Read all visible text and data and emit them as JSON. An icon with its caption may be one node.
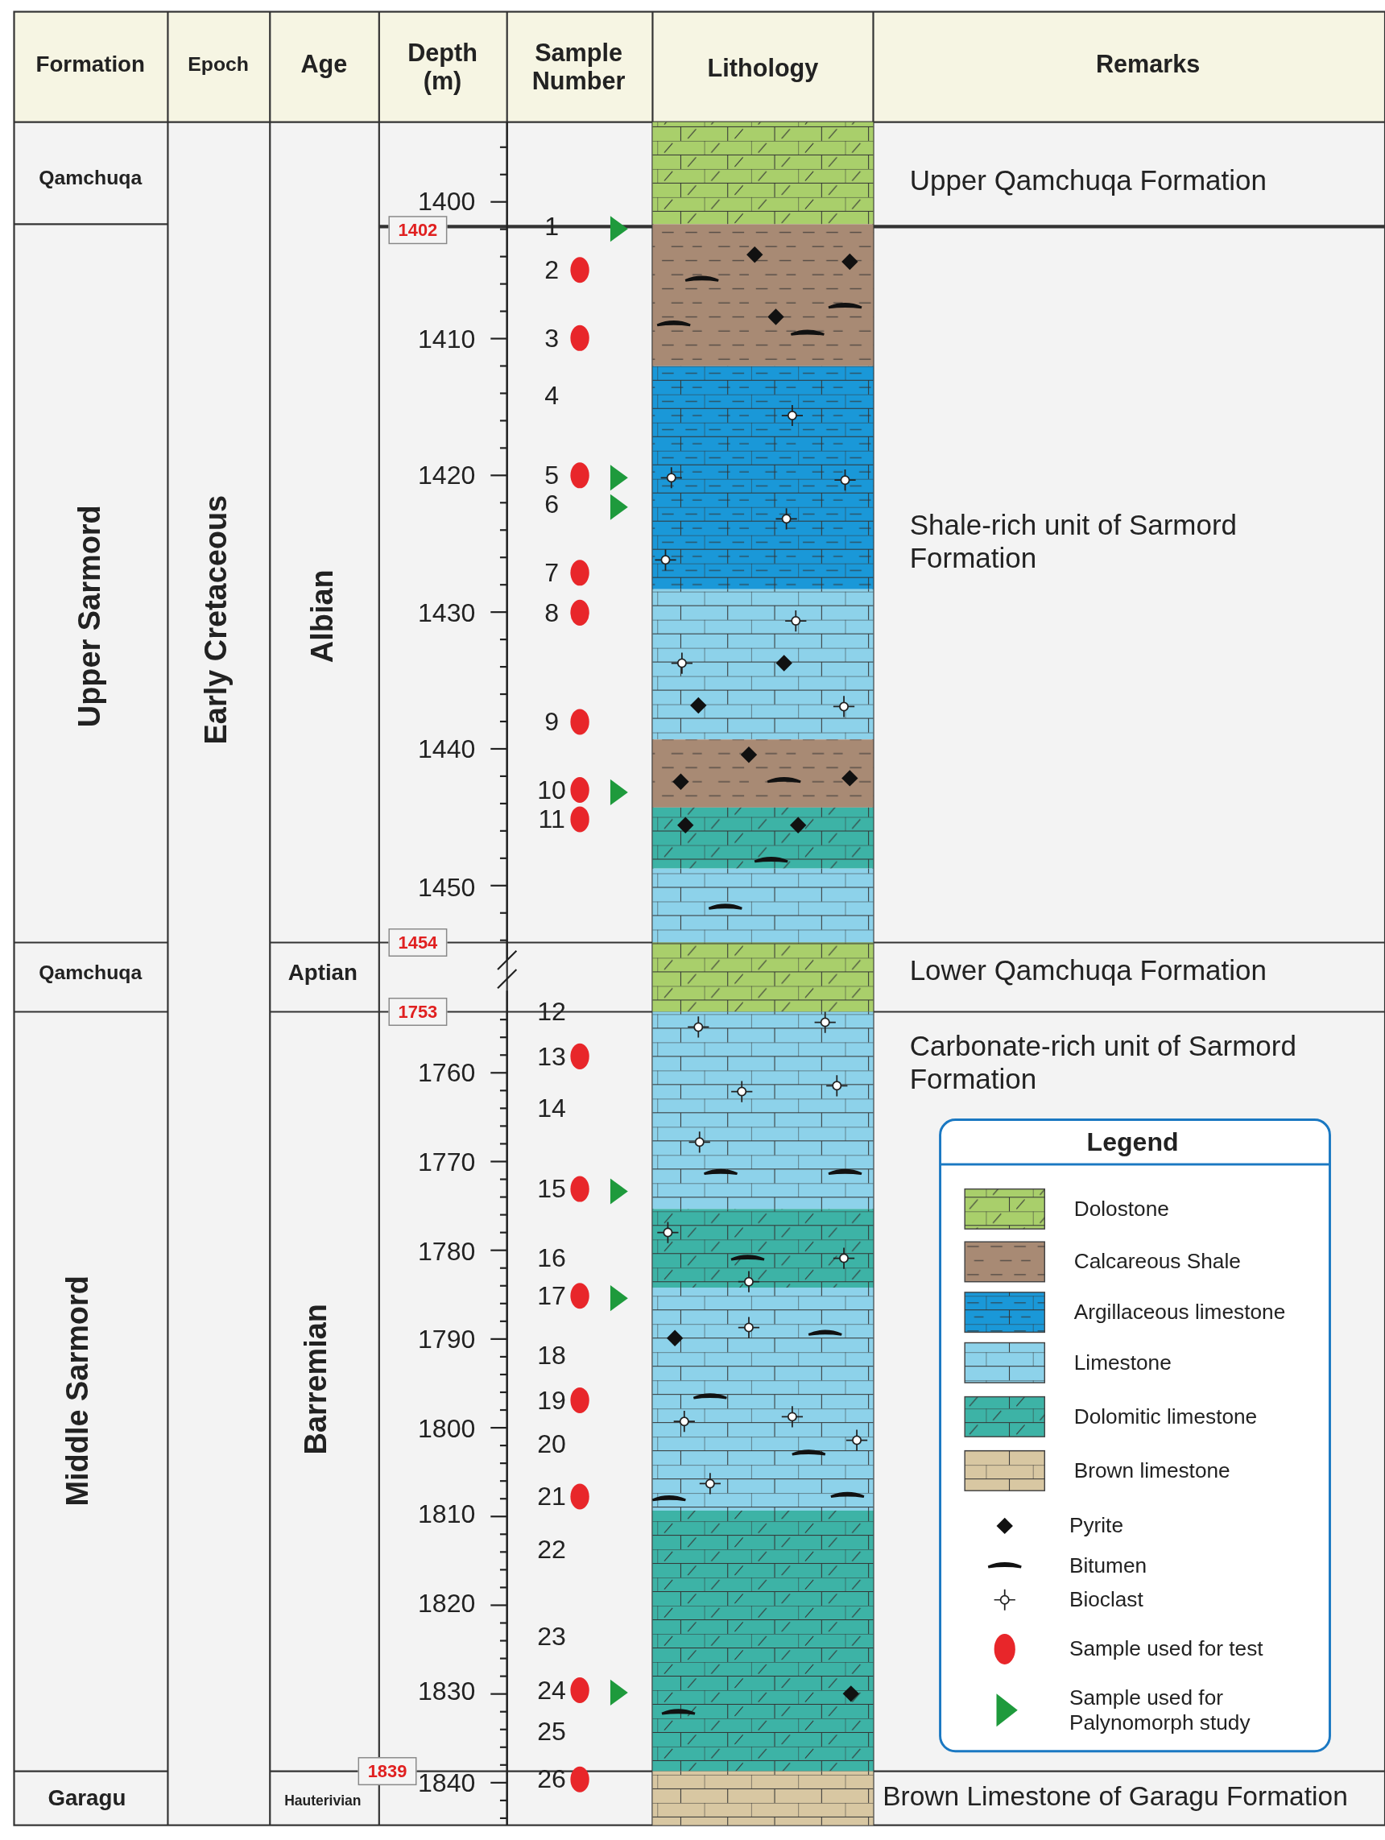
{
  "diagram": {
    "nodes": [
      {
        "text": [
          "1402"
        ]
      },
      {
        "text": [
          "1454"
        ]
      },
      {
        "text": [
          "1753"
        ]
      },
      {
        "text": [
          "1839"
        ]
      },
      {
        "text": [
          "Legend"
        ]
      }
    ],
    "edges": [],
    "labels": [
      "Formation",
      "Epoch",
      "Age",
      "Depth (m)",
      "Sample Number",
      "Lithology",
      "Remarks",
      "Qamchuqa",
      "Upper Qamchuqa Formation",
      "Upper Sarmord",
      "Early Cretaceous",
      "Albian",
      "Shale-rich unit of Sarmord Formation",
      "Qamchuqa",
      "Aptian",
      "Lower Qamchuqa Formation",
      "Middle Sarmord",
      "Barremian",
      "Carbonate-rich unit of Sarmord Formation",
      "Garagu",
      "Hauterivian",
      "Brown Limestone of Garagu Formation",
      "1400",
      "1410",
      "1420",
      "1430",
      "1440",
      "1450",
      "1760",
      "1770",
      "1780",
      "1790",
      "1800",
      "1810",
      "1820",
      "1830",
      "1840",
      "1",
      "2",
      "3",
      "4",
      "5",
      "6",
      "7",
      "8",
      "9",
      "10",
      "11",
      "12",
      "13",
      "14",
      "15",
      "16",
      "17",
      "18",
      "19",
      "20",
      "21",
      "22",
      "23",
      "24",
      "25",
      "26"
    ],
    "legend": [
      {
        "text": "Dolostone",
        "color": "#a9cf6b"
      },
      {
        "text": "Calcareous Shale",
        "color": "#a88a74"
      },
      {
        "text": "Argillaceous limestone",
        "color": "#1a98d8"
      },
      {
        "text": "Limestone",
        "color": "#8dd2ea"
      },
      {
        "text": "Dolomitic limestone",
        "color": "#3db3a6"
      },
      {
        "text": "Brown limestone",
        "color": "#d8c7a2"
      },
      {
        "text": "Pyrite"
      },
      {
        "text": "Bitumen"
      },
      {
        "text": "Bioclast"
      },
      {
        "text": "Sample used for test"
      },
      {
        "text": "Sample used for Palynomorph study"
      }
    ]
  }
}
